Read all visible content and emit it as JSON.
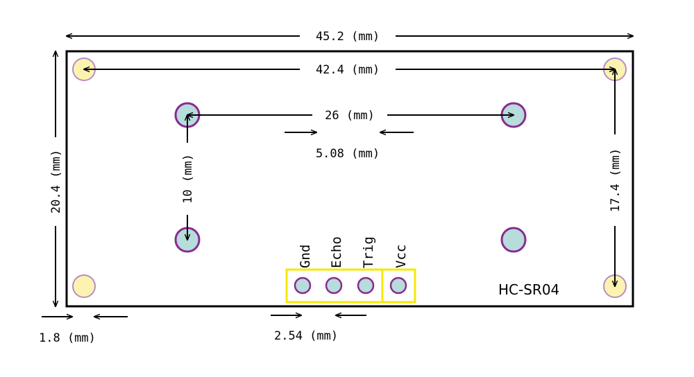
{
  "title": "",
  "board": {
    "model_label": "HC-SR04",
    "outline_color": "#000000",
    "mount_hole_color": "#fdf3b0",
    "mount_hole_stroke": "#b58cc7",
    "transducer_color": "#b6dcdc",
    "transducer_stroke": "#8a2a8e",
    "header_box_color": "#f5e900"
  },
  "pins": [
    {
      "label": "Gnd"
    },
    {
      "label": "Echo"
    },
    {
      "label": "Trig"
    },
    {
      "label": "Vcc"
    }
  ],
  "dimensions": {
    "board_width": "45.2 (mm)",
    "mount_hole_spacing_x": "42.4 (mm)",
    "transducer_spacing_x": "26 (mm)",
    "transducer_pitch": "5.08 (mm)",
    "board_height": "20.4 (mm)",
    "transducer_spacing_y": "10 (mm)",
    "mount_hole_spacing_y": "17.4 (mm)",
    "edge_offset": "1.8 (mm)",
    "pin_pitch": "2.54 (mm)"
  }
}
